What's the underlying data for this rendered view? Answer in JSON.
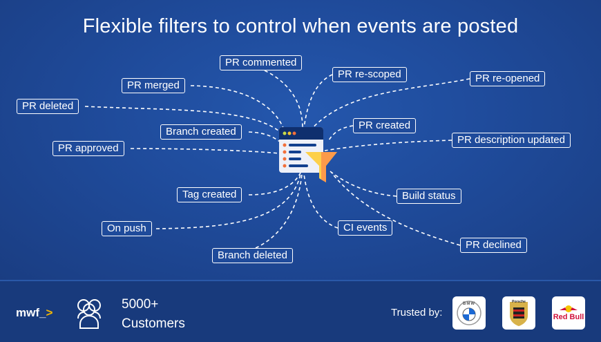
{
  "title": "Flexible filters to control when events are posted",
  "events": [
    "PR commented",
    "PR re-scoped",
    "PR re-opened",
    "PR merged",
    "PR deleted",
    "Branch created",
    "PR created",
    "PR description updated",
    "PR approved",
    "Tag created",
    "Build status",
    "On push",
    "CI events",
    "PR declined",
    "Branch deleted"
  ],
  "footer": {
    "logo_text": "mwf_",
    "logo_accent": ">",
    "customers_count": "5000+",
    "customers_label": "Customers",
    "trusted_label": "Trusted by:",
    "brands": [
      "BMW",
      "Porsche",
      "Red Bull"
    ]
  },
  "colors": {
    "background": "#1f4b9b",
    "footer": "#183a7c",
    "accent": "#f5b800"
  }
}
